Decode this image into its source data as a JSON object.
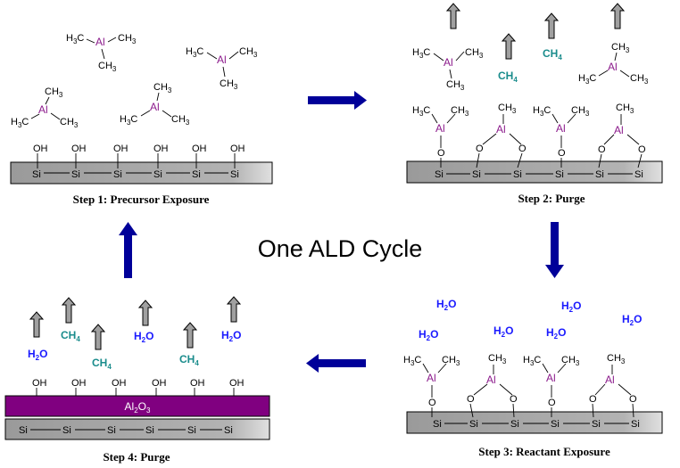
{
  "title": "One ALD Cycle",
  "steps": {
    "s1": "Step 1: Precursor Exposure",
    "s2": "Step 2: Purge",
    "s3": "Step 3: Reactant Exposure",
    "s4": "Step 4: Purge"
  },
  "chem": {
    "si": "Si",
    "oh": "OH",
    "o": "O",
    "al": "Al",
    "ch3": "CH",
    "h3c": "H",
    "h2o": "H",
    "ch4": "CH",
    "al2o3_a": "Al",
    "al2o3_b": "O"
  },
  "colors": {
    "substrate": "#a6a6a6",
    "al_label": "#8b1a8b",
    "ch4": "#1a8c8c",
    "h2o": "#1a1aff",
    "arrow": "#000099",
    "al2o3_layer": "#800080",
    "gas_arrow": "#a0a0a0"
  }
}
